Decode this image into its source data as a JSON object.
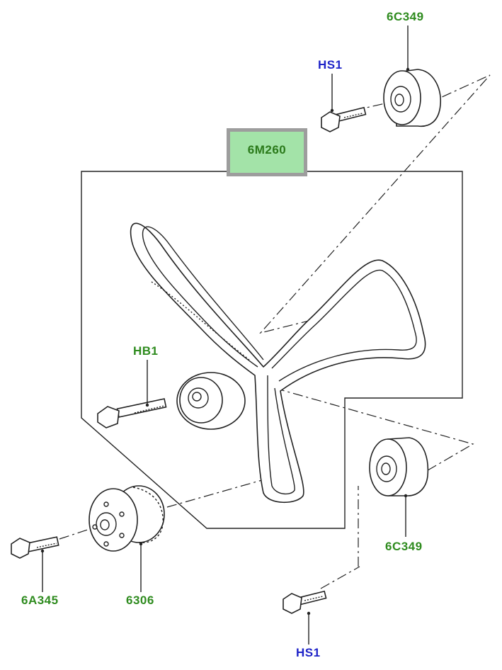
{
  "selected_part": "6M260",
  "callouts": {
    "idler_pulley_top": "6C349",
    "bolt_top": "HS1",
    "tensioner_bolt": "HB1",
    "crank_bolt": "6A345",
    "crank_sprocket": "6306",
    "idler_pulley_bottom": "6C349",
    "bolt_bottom": "HS1"
  },
  "colors": {
    "part_label": "#2e8b1e",
    "hardware_label": "#1f24c8",
    "selection_fill": "#a3e3a8",
    "selection_border": "#9d9d9d"
  }
}
